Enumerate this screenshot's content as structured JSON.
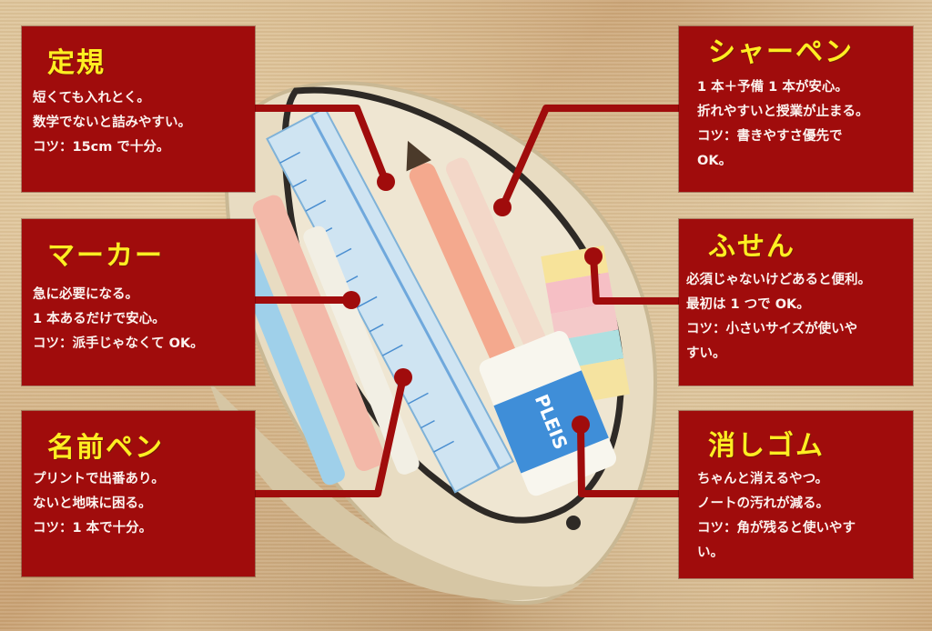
{
  "colors": {
    "box_background": "#a00c0c",
    "title_text": "#ffee22",
    "body_text": "#fbf2ee",
    "connector": "#a00c0c"
  },
  "illustration": {
    "subject": "open pencil pouch with ruler, mechanical pencils, marker, name pen, sticky notes and eraser",
    "eraser_brand_text": "PLEIS"
  },
  "callouts": {
    "ruler": {
      "title": "定規",
      "lines": [
        "短くても入れとく。",
        "数学でないと詰みやすい。",
        "コツ：15cm で十分。"
      ]
    },
    "marker": {
      "title": "マーカー",
      "lines": [
        "急に必要になる。",
        "1 本あるだけで安心。",
        "コツ：派手じゃなくて OK。"
      ]
    },
    "name_pen": {
      "title": "名前ペン",
      "lines": [
        "プリントで出番あり。",
        "ないと地味に困る。",
        "コツ：1 本で十分。"
      ]
    },
    "mechanical_pencil": {
      "title": "シャーペン",
      "lines": [
        "1 本＋予備 1 本が安心。",
        "折れやすいと授業が止まる。",
        "コツ：書きやすさ優先で",
        "OK。"
      ]
    },
    "sticky_notes": {
      "title": "ふせん",
      "lines": [
        "必須じゃないけどあると便利。",
        "最初は 1 つで OK。",
        "コツ：小さいサイズが使いや",
        "すい。"
      ]
    },
    "eraser": {
      "title": "消しゴム",
      "lines": [
        "ちゃんと消えるやつ。",
        "ノートの汚れが減る。",
        "コツ：角が残ると使いやす",
        "い。"
      ]
    }
  }
}
